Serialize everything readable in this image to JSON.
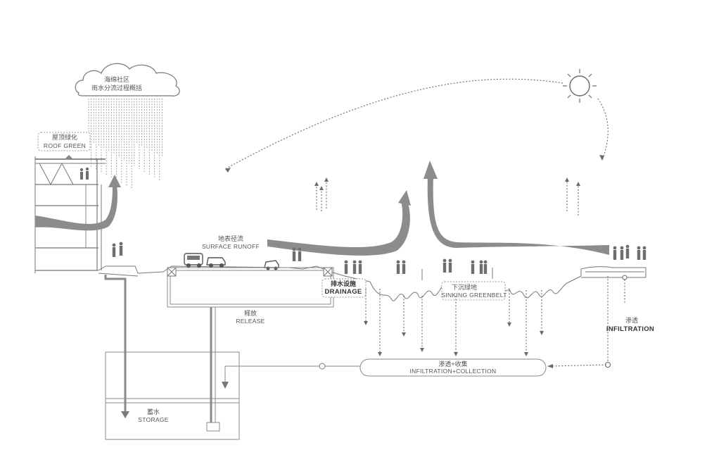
{
  "cloud": {
    "line1": "海绵社区",
    "line2": "雨水分流过程概括"
  },
  "roof_green": {
    "cn": "屋顶绿化",
    "en": "ROOF GREEN"
  },
  "surface_runoff": {
    "cn": "地表径流",
    "en": "SURFACE RUNOFF"
  },
  "release": {
    "cn": "释放",
    "en": "RELEASE"
  },
  "drainage": {
    "cn": "排水设施",
    "en": "DRAINAGE"
  },
  "sinking_greenbelt": {
    "cn": "下沉绿地",
    "en": "SINKING GREENBELT"
  },
  "infiltration": {
    "cn": "渗透",
    "en": "INFILTRATION"
  },
  "infiltration_collection": {
    "cn": "渗透+收集",
    "en": "INFILTRATION+COLLECTION"
  },
  "storage": {
    "cn": "蓄水",
    "en": "STORAGE"
  },
  "colors": {
    "line": "#777777",
    "flow_arrow": "#8c8c8c",
    "text": "#555555"
  }
}
